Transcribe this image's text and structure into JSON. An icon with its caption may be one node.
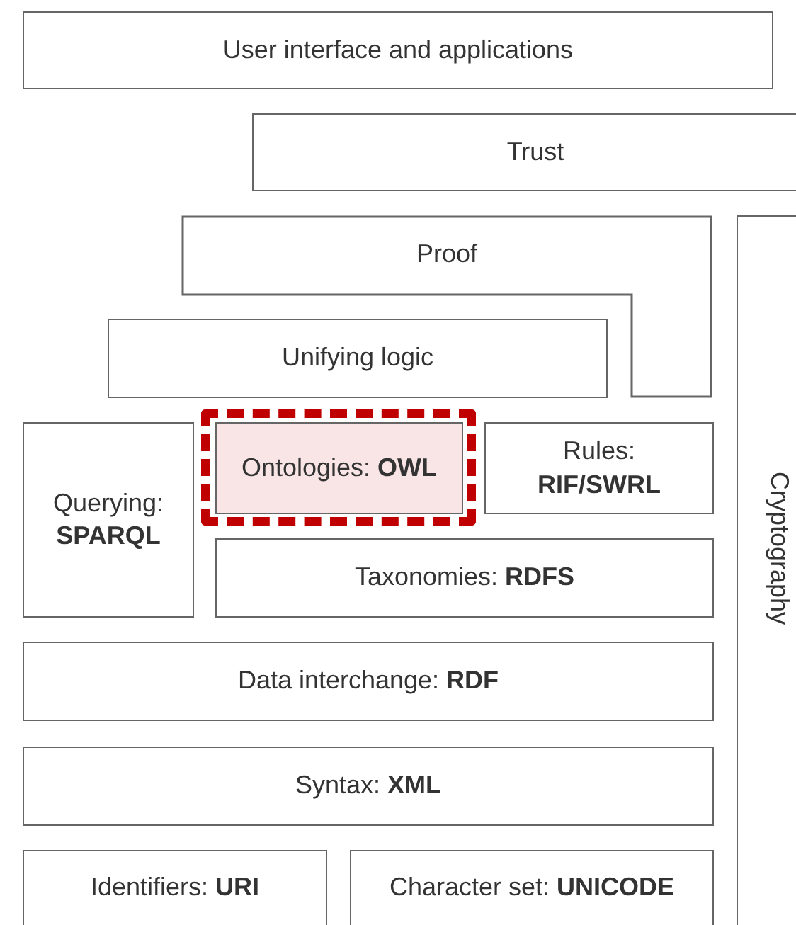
{
  "diagram": {
    "nodes": [
      {
        "text": [
          "User interface and applications"
        ]
      },
      {
        "text": [
          "Trust"
        ]
      },
      {
        "text": [
          "Proof"
        ]
      },
      {
        "text": [
          "Cryptography"
        ]
      },
      {
        "text": [
          "Unifying logic"
        ]
      },
      {
        "text": [
          "Querying: **SPARQL**"
        ]
      },
      {
        "text": [
          "Ontologies: **OWL**"
        ]
      },
      {
        "text": [
          "Rules: **RIF/SWRL**"
        ]
      },
      {
        "text": [
          "Taxonomies: **RDFS**"
        ]
      },
      {
        "text": [
          "Data interchange: **RDF**"
        ]
      },
      {
        "text": [
          "Syntax: **XML**"
        ]
      },
      {
        "text": [
          "Identifiers: **URI**"
        ]
      },
      {
        "text": [
          "Character set: **UNICODE**"
        ]
      }
    ]
  }
}
